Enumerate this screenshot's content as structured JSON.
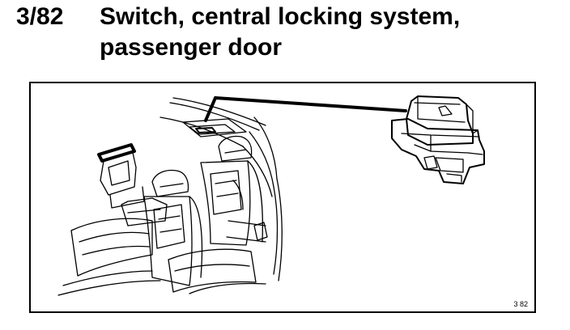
{
  "header": {
    "ref_number": "3/82",
    "title_line_1": "Switch, central locking system,",
    "title_line_2": "passenger door"
  },
  "figure": {
    "ref_label": "3 82"
  },
  "colors": {
    "ink": "#000000",
    "paper": "#ffffff"
  }
}
